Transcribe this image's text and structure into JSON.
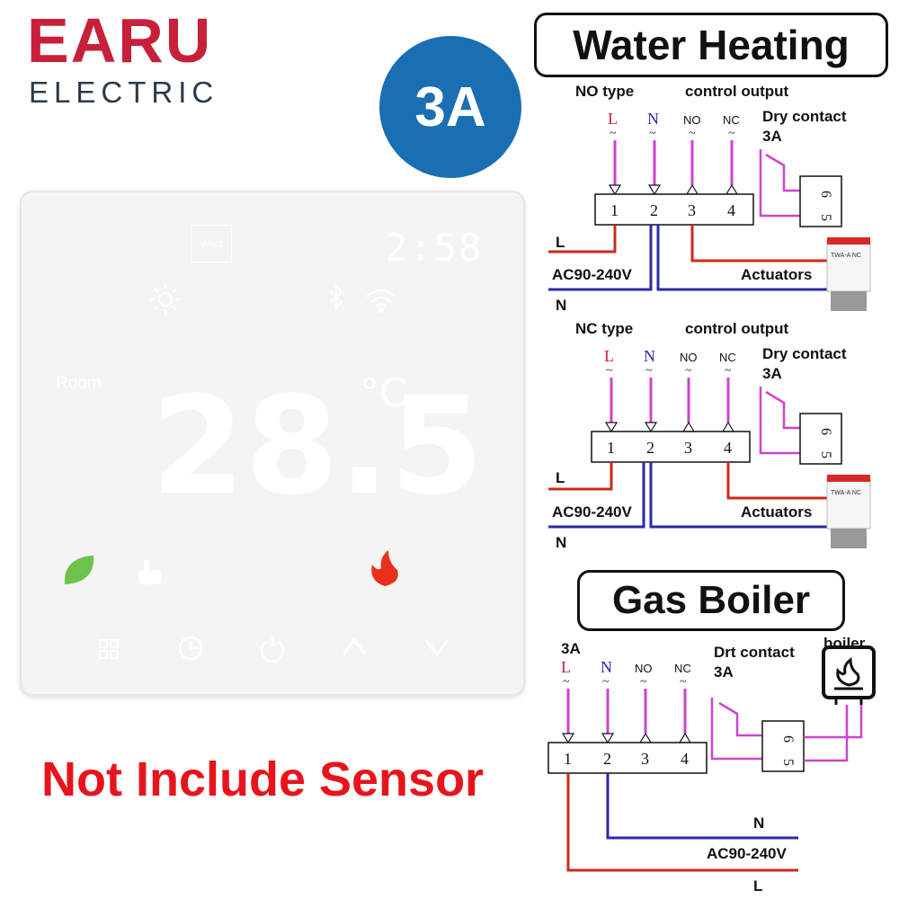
{
  "brand": {
    "name": "EARU",
    "sub": "ELECTRIC"
  },
  "badge": {
    "text": "3A"
  },
  "thermostat": {
    "day": "Wed",
    "clock": "2:58",
    "room_label": "Room",
    "temperature": "28.5",
    "unit": "°C",
    "icons": [
      "sun-icon",
      "bluetooth-icon",
      "wifi-icon",
      "leaf-icon",
      "hand-icon",
      "flame-icon",
      "menu-icon",
      "clock-icon",
      "power-icon",
      "arrow-up-icon",
      "arrow-down-icon"
    ],
    "colors": {
      "leaf": "#6cc24a",
      "flame": "#e8301c",
      "panel": "#f4f4f4"
    }
  },
  "footer": {
    "text": "Not Include Sensor",
    "color": "#e8141c"
  },
  "water_heating": {
    "title": "Water Heating",
    "no_section": {
      "type_label": "NO type",
      "control_label": "control  output",
      "dry_contact": "Dry contact",
      "amps": "3A",
      "terminals": [
        "1",
        "2",
        "3",
        "4"
      ],
      "relay_terminals": [
        "6",
        "5"
      ],
      "wire_labels": {
        "L": "L",
        "N": "N",
        "NO": "NO",
        "NC": "NC",
        "tilde": "~"
      },
      "supply": "AC90-240V",
      "line": "L",
      "neutral": "N",
      "actuators": "Actuators",
      "actuator_label": "TWA-A NC"
    },
    "nc_section": {
      "type_label": "NC type",
      "control_label": "control  output",
      "dry_contact": "Dry contact",
      "amps": "3A",
      "terminals": [
        "1",
        "2",
        "3",
        "4"
      ],
      "relay_terminals": [
        "6",
        "5"
      ],
      "wire_labels": {
        "L": "L",
        "N": "N",
        "NO": "NO",
        "NC": "NC",
        "tilde": "~"
      },
      "supply": "AC90-240V",
      "line": "L",
      "neutral": "N",
      "actuators": "Actuators",
      "actuator_label": "TWA-A NC"
    }
  },
  "gas_boiler": {
    "title": "Gas Boiler",
    "amps_top": "3A",
    "dry_contact": "Drt contact",
    "amps": "3A",
    "boiler_label": "boiler",
    "terminals": [
      "1",
      "2",
      "3",
      "4"
    ],
    "relay_terminals": [
      "6",
      "5"
    ],
    "wire_labels": {
      "L": "L",
      "N": "N",
      "NO": "NO",
      "NC": "NC",
      "tilde": "~"
    },
    "neutral": "N",
    "supply": "AC90-240V",
    "line": "L"
  },
  "wire_colors": {
    "signal": "#cc44cc",
    "line": "#cc2a1a",
    "neutral": "#2a2aa8",
    "contact": "#cc44cc"
  }
}
